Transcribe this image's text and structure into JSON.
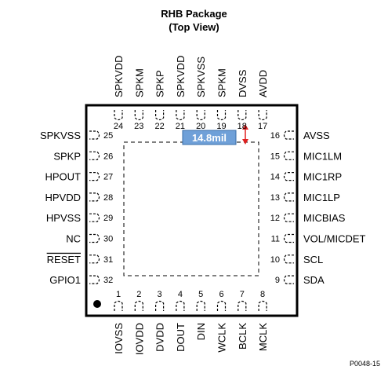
{
  "title": "RHB Package",
  "subtitle": "(Top View)",
  "doc_id": "P0048-15",
  "dimension_label": "14.8mil",
  "colors": {
    "dimension_box": "#6fa0d8",
    "dimension_arrow": "#e02020"
  },
  "pins": {
    "top": [
      {
        "num": "24",
        "name": "SPKVDD"
      },
      {
        "num": "23",
        "name": "SPKM"
      },
      {
        "num": "22",
        "name": "SPKP"
      },
      {
        "num": "21",
        "name": "SPKVDD"
      },
      {
        "num": "20",
        "name": "SPKVSS"
      },
      {
        "num": "19",
        "name": "SPKM"
      },
      {
        "num": "18",
        "name": "DVSS"
      },
      {
        "num": "17",
        "name": "AVDD"
      }
    ],
    "bottom": [
      {
        "num": "1",
        "name": "IOVSS"
      },
      {
        "num": "2",
        "name": "IOVDD"
      },
      {
        "num": "3",
        "name": "DVDD"
      },
      {
        "num": "4",
        "name": "DOUT"
      },
      {
        "num": "5",
        "name": "DIN"
      },
      {
        "num": "6",
        "name": "WCLK"
      },
      {
        "num": "7",
        "name": "BCLK"
      },
      {
        "num": "8",
        "name": "MCLK"
      }
    ],
    "left": [
      {
        "num": "25",
        "name": "SPKVSS",
        "overbar": false
      },
      {
        "num": "26",
        "name": "SPKP",
        "overbar": false
      },
      {
        "num": "27",
        "name": "HPOUT",
        "overbar": false
      },
      {
        "num": "28",
        "name": "HPVDD",
        "overbar": false
      },
      {
        "num": "29",
        "name": "HPVSS",
        "overbar": false
      },
      {
        "num": "30",
        "name": "NC",
        "overbar": false
      },
      {
        "num": "31",
        "name": "RESET",
        "overbar": true
      },
      {
        "num": "32",
        "name": "GPIO1",
        "overbar": false
      }
    ],
    "right": [
      {
        "num": "16",
        "name": "AVSS"
      },
      {
        "num": "15",
        "name": "MIC1LM"
      },
      {
        "num": "14",
        "name": "MIC1RP"
      },
      {
        "num": "13",
        "name": "MIC1LP"
      },
      {
        "num": "12",
        "name": "MICBIAS"
      },
      {
        "num": "11",
        "name": "VOL/MICDET"
      },
      {
        "num": "10",
        "name": "SCL"
      },
      {
        "num": "9",
        "name": "SDA"
      }
    ]
  }
}
